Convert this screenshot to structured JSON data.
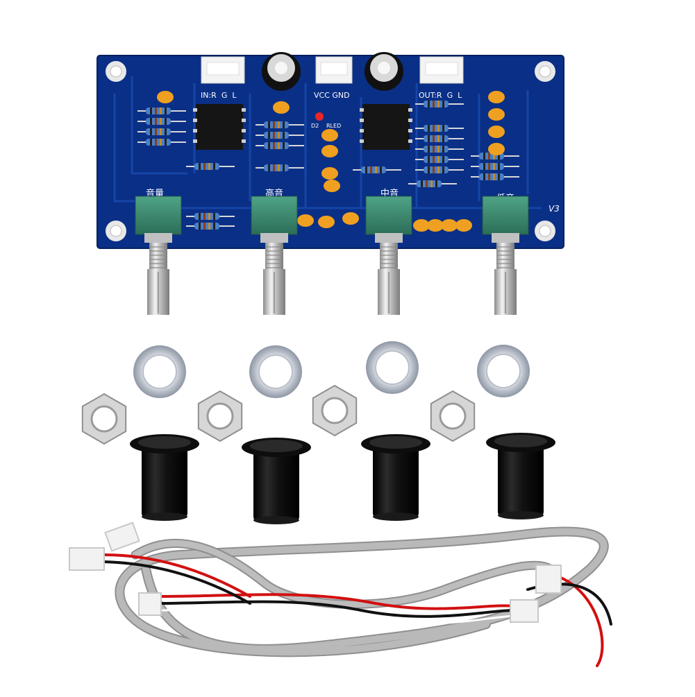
{
  "board": {
    "input_label": "IN:R  G  L",
    "power_label": "VCC GND",
    "output_label": "OUT:R  G  L",
    "version_label": "V3",
    "led_label": "D2",
    "led_ref": "RLED",
    "knob_labels": {
      "volume": "音量",
      "treble": "高音",
      "mid": "中音",
      "bass": "低音"
    }
  },
  "colors": {
    "pcb_blue": "#0a2f86",
    "pot_green": "#3a8a70",
    "cable_gray": "#a9a9a9",
    "wire_red": "#d21010",
    "knob_black": "#0d0d0d"
  }
}
